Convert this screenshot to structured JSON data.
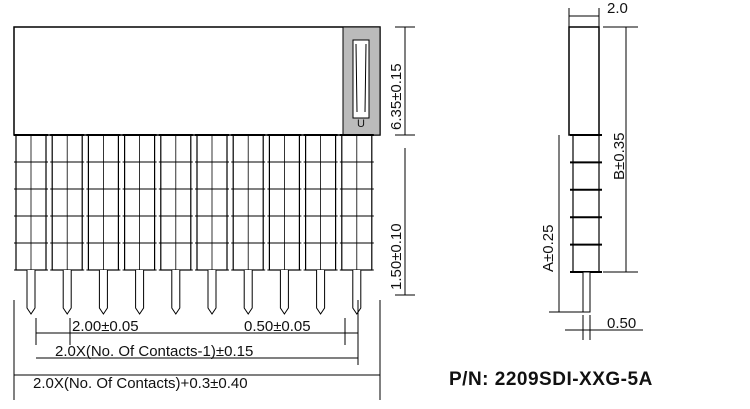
{
  "drawing": {
    "part_number": "P/N: 2209SDI-XXG-5A",
    "dims": {
      "header_height": "6.35±0.15",
      "contact_height": "1.50±0.10",
      "pitch": "2.00±0.05",
      "pin_width": "0.50±0.05",
      "row_span": "2.0X(No. Of Contacts-1)±0.15",
      "overall_length": "2.0X(No. Of Contacts)+0.3±0.40",
      "side_width": "2.0",
      "dim_b": "B±0.35",
      "dim_a": "A±0.25",
      "side_pin": "0.50"
    },
    "contact_count": 10,
    "side_stack_levels": 5,
    "front_stack_levels": 5
  }
}
